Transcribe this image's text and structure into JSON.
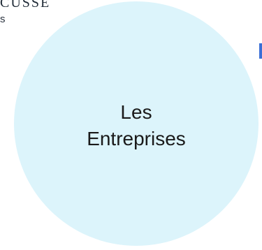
{
  "header_fragment": {
    "title": "CUSSE",
    "subtitle": "s"
  },
  "bubble": {
    "label_line_1": "Les",
    "label_line_2": "Entreprises",
    "fill_color": "#dcf4fb"
  },
  "accent_color": "#3b6fd6"
}
